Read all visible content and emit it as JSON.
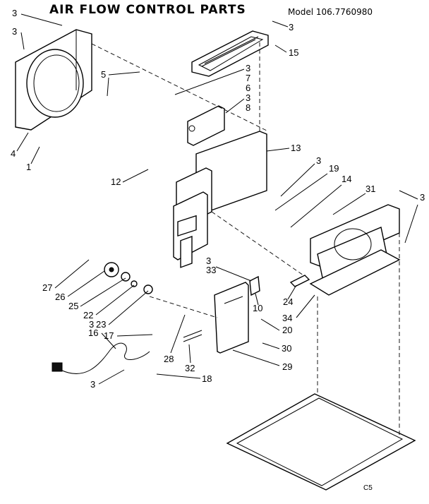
{
  "title": "AIR FLOW CONTROL PARTS",
  "model": "Model 106.7760980",
  "page_code": "C5",
  "callouts": [
    "3",
    "3",
    "3",
    "15",
    "3",
    "7",
    "6",
    "3",
    "8",
    "5",
    "4",
    "1",
    "13",
    "12",
    "3",
    "19",
    "14",
    "31",
    "3",
    "3",
    "33",
    "27",
    "26",
    "25",
    "22",
    "23",
    "24",
    "10",
    "34",
    "20",
    "3",
    "16",
    "17",
    "28",
    "30",
    "32",
    "29",
    "3",
    "18"
  ]
}
